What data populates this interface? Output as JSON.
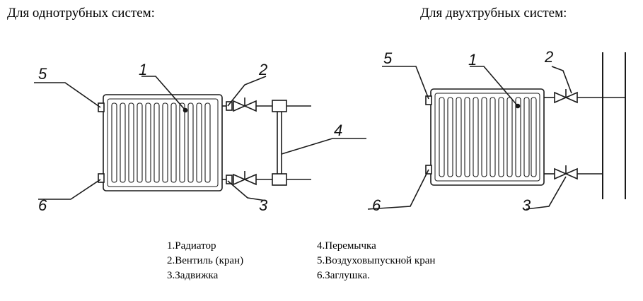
{
  "titles": {
    "single_pipe": "Для однотрубных систем:",
    "two_pipe": "Для двухтрубных систем:"
  },
  "callouts": {
    "single_pipe": [
      "1",
      "2",
      "3",
      "4",
      "5",
      "6"
    ],
    "two_pipe": [
      "1",
      "2",
      "3",
      "5",
      "6"
    ]
  },
  "legend": [
    "1.Радиатор",
    "2.Вентиль (кран)",
    "3.Задвижка",
    "4.Перемычка",
    "5.Воздуховыпускной кран",
    "6.Заглушка."
  ],
  "colors": {
    "line": "#1a1a1a",
    "background": "#ffffff"
  }
}
